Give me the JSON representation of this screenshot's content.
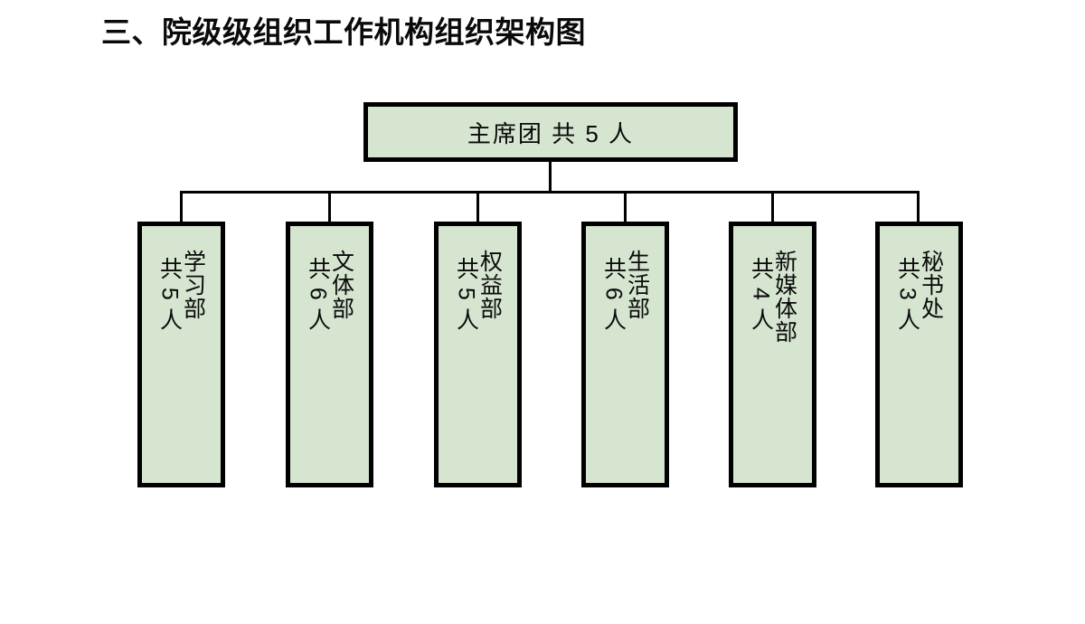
{
  "slide": {
    "title": "三、院级级组织工作机构组织架构图",
    "background_color": "#ffffff"
  },
  "style": {
    "box_fill": "#d5e5d0",
    "box_border": "#000000",
    "text_color": "#0a0a0a",
    "line_color": "#000000"
  },
  "org_chart": {
    "root": {
      "name": "主席团",
      "count_label": "共 5 人",
      "full_label": "主席团  共 5 人",
      "headcount": 5
    },
    "children": [
      {
        "name": "学习部",
        "count_label": "共 5 人",
        "full_label": "学习部\n 共 5 人",
        "headcount": 5
      },
      {
        "name": "文体部",
        "count_label": "共 6 人",
        "full_label": "文体部\n 共 6 人",
        "headcount": 6
      },
      {
        "name": "权益部",
        "count_label": "共 5 人",
        "full_label": "权益部\n 共 5 人",
        "headcount": 5
      },
      {
        "name": "生活部",
        "count_label": "共 6 人",
        "full_label": "生活部\n 共 6 人",
        "headcount": 6
      },
      {
        "name": "新媒体部",
        "count_label": "共 4 人",
        "full_label": "新媒体部\n 共 4 人",
        "headcount": 4
      },
      {
        "name": "秘书处",
        "count_label": "共 3 人",
        "full_label": "秘书处\n 共 3 人",
        "headcount": 3
      }
    ]
  }
}
